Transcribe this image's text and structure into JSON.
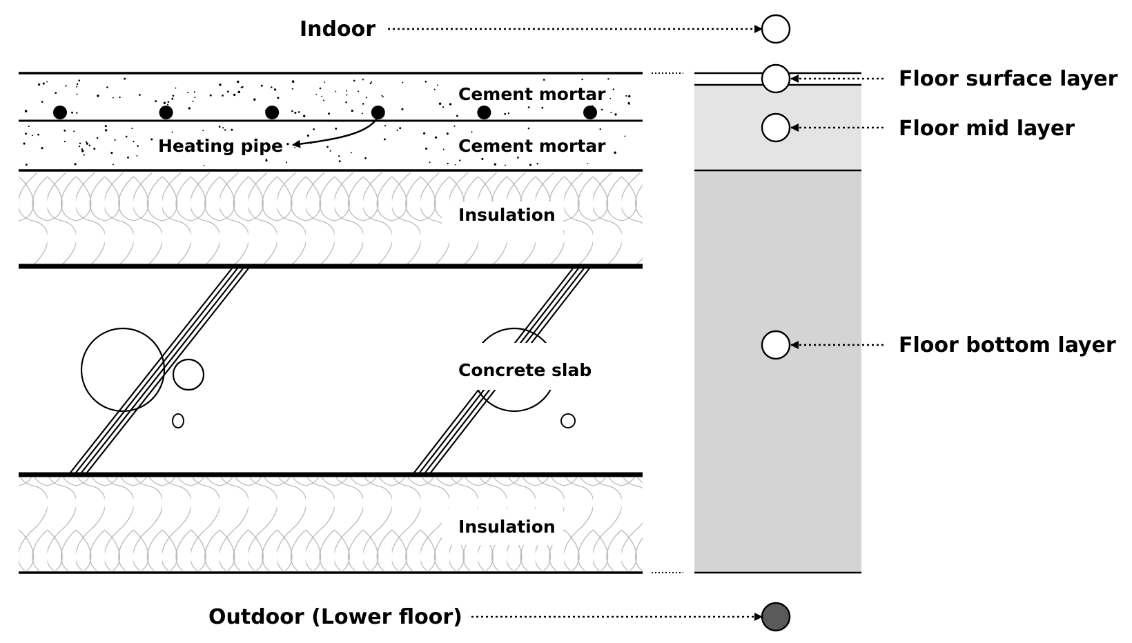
{
  "labels": {
    "indoor": "Indoor",
    "outdoor": "Outdoor (Lower floor)",
    "cement_mortar_top": "Cement mortar",
    "cement_mortar_bottom": "Cement mortar",
    "heating_pipe": "Heating pipe",
    "insulation_top": "Insulation",
    "concrete_slab": "Concrete slab",
    "insulation_bottom": "Insulation",
    "floor_surface_layer": "Floor surface layer",
    "floor_mid_layer": "Floor mid layer",
    "floor_bottom_layer": "Floor bottom layer"
  },
  "colors": {
    "line": "#000000",
    "mid_band": "#e4e4e4",
    "bottom_band": "#d4d4d4",
    "outdoor_node": "#5a5a5a",
    "insulation_pattern": "#b8b8b8"
  },
  "heating_pipe_count": 6
}
